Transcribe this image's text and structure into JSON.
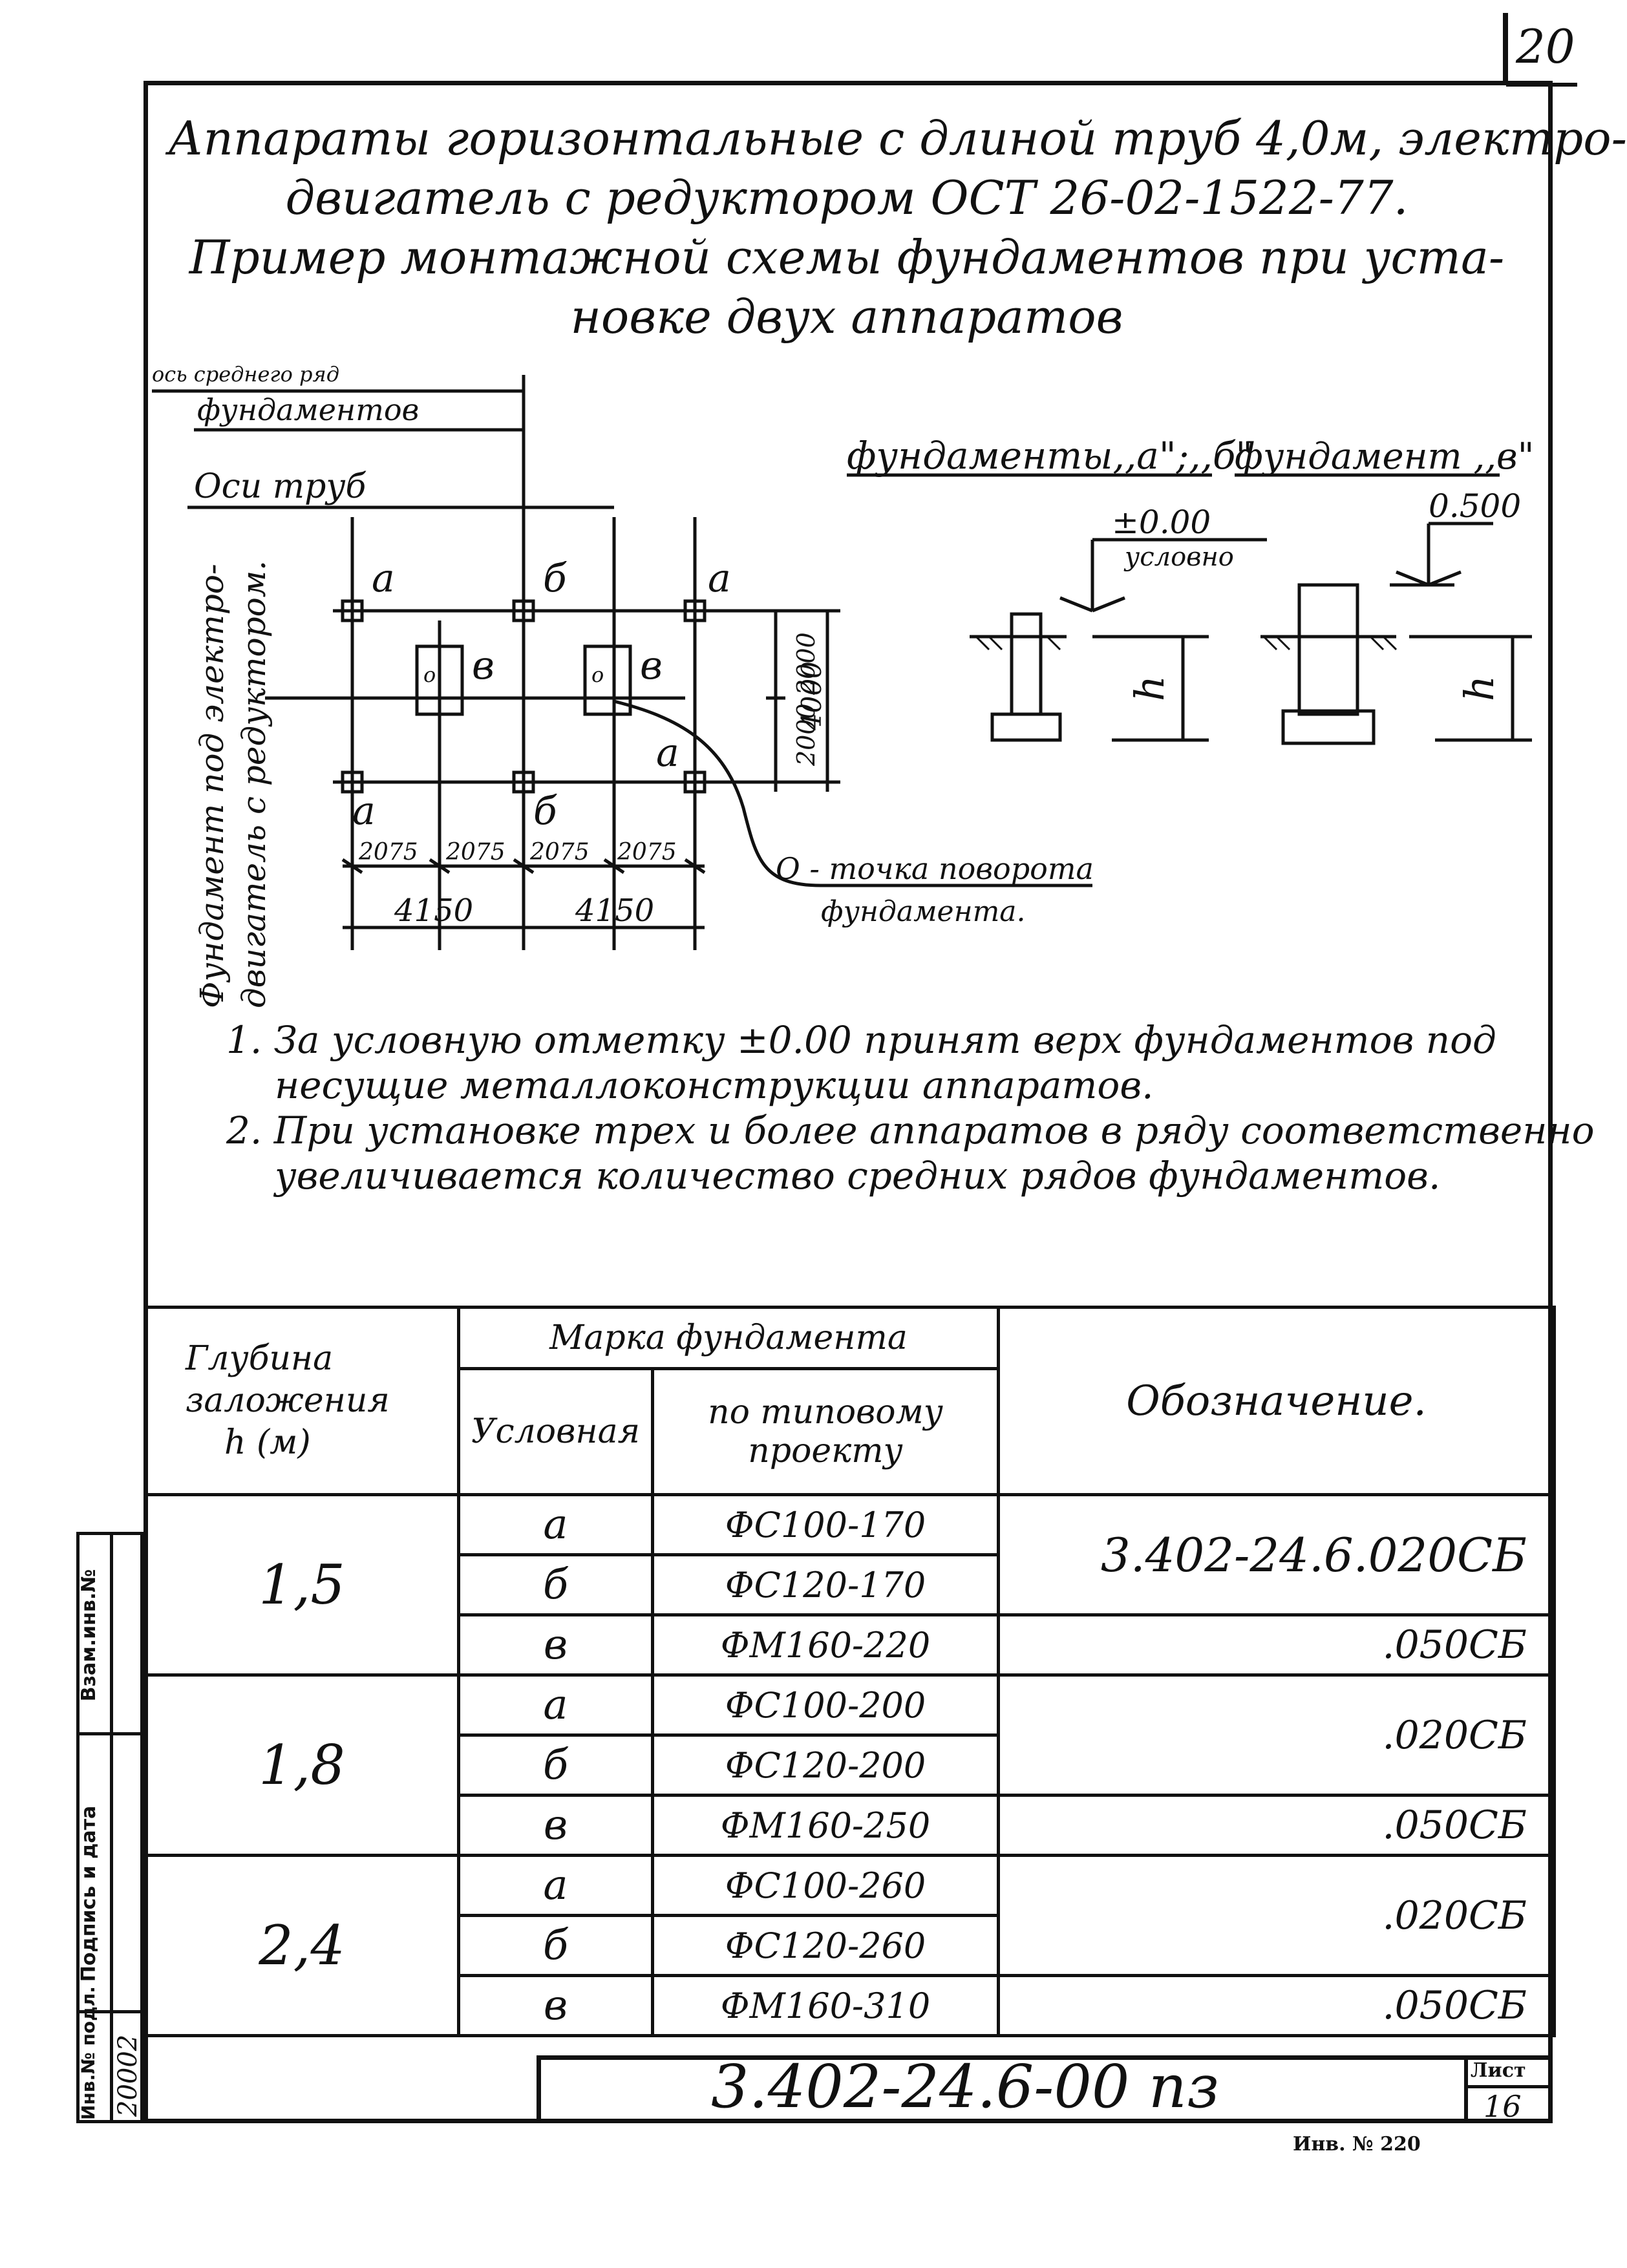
{
  "page_number": "20",
  "title_lines": [
    "Аппараты горизонтальные с длиной труб 4,0м, электро-",
    "двигатель с редуктором ОСТ 26-02-1522-77.",
    "Пример монтажной схемы фундаментов при уста-",
    "новке двух аппаратов"
  ],
  "diagram": {
    "axis_middle_row": "ось среднего ряд",
    "axis_middle_row_2": "фундаментов",
    "pipe_axes": "Оси труб",
    "motor_foundation_1": "Фундамент под электро-",
    "motor_foundation_2": "двигатель с редуктором.",
    "letters": {
      "a": "а",
      "b": "б",
      "v": "в",
      "o": "о"
    },
    "dims": {
      "d2000a": "2000",
      "d2000b": "2000",
      "d4000": "4000",
      "d2075": "2075",
      "d4150": "4150"
    },
    "rotation_point_1": "О - точка поворота",
    "rotation_point_2": "фундамента.",
    "found_ab_title": "фундаменты,,а\";,,б\"",
    "found_v_title": "фундамент ,,в\"",
    "level_000": "±0.00",
    "level_cond": "условно",
    "level_0500": "0.500",
    "h_label": "h"
  },
  "notes": [
    "1. За условную отметку ±0.00 принят верх фундаментов под",
    "несущие металлоконструкции аппаратов.",
    "2. При установке трех и более аппаратов в ряду соответственно",
    "увеличивается количество средних рядов фундаментов."
  ],
  "table": {
    "h_depth_1": "Глубина",
    "h_depth_2": "заложения",
    "h_depth_3": "h (м)",
    "h_mark": "Марка фундамента",
    "h_cond": "Условная",
    "h_typical": "по типовому проекту",
    "h_designation": "Обозначение.",
    "groups": [
      {
        "depth": "1,5",
        "rows": [
          {
            "cond": "а",
            "typical": "ФС100-170"
          },
          {
            "cond": "б",
            "typical": "ФС120-170"
          },
          {
            "cond": "в",
            "typical": "ФМ160-220"
          }
        ],
        "des_main": "3.402-24.6.020СБ",
        "des_v": ".050СБ"
      },
      {
        "depth": "1,8",
        "rows": [
          {
            "cond": "а",
            "typical": "ФС100-200"
          },
          {
            "cond": "б",
            "typical": "ФС120-200"
          },
          {
            "cond": "в",
            "typical": "ФМ160-250"
          }
        ],
        "des_main": ".020СБ",
        "des_v": ".050СБ"
      },
      {
        "depth": "2,4",
        "rows": [
          {
            "cond": "а",
            "typical": "ФС100-260"
          },
          {
            "cond": "б",
            "typical": "ФС120-260"
          },
          {
            "cond": "в",
            "typical": "ФМ160-310"
          }
        ],
        "des_main": ".020СБ",
        "des_v": ".050СБ"
      }
    ]
  },
  "side_stamp": {
    "inv_orig": "Инв.№ подл.",
    "signature_date": "Подпись и дата",
    "replace_inv": "Взам.инв.№",
    "inv_value": "20002"
  },
  "title_block": {
    "document_code": "3.402-24.6-00 пз",
    "sheet_label": "Лист",
    "sheet_number": "16"
  },
  "footer_stamp": "Инв. № 220"
}
